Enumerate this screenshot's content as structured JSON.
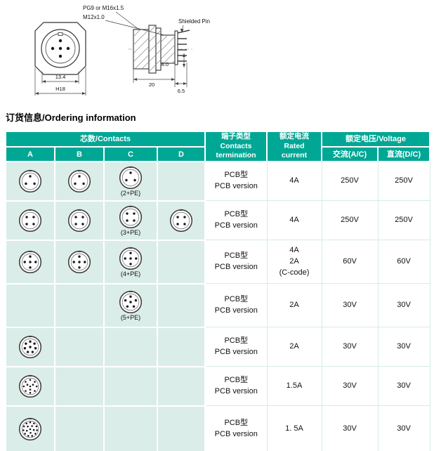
{
  "drawing": {
    "thread_label_1": "PG9 or M16x1.5",
    "thread_label_2": "M12x1.0",
    "shielded_pin_label": "Shielded Pin",
    "dim_front_width": "13.4",
    "dim_front_hex": "H18",
    "dim_body_length": "20",
    "dim_tail_length": "6.5",
    "dim_pin_length": "8.0"
  },
  "section_title": "订货信息/Ordering information",
  "colors": {
    "header_teal": "#00A795",
    "icon_cell_bg": "#DBEDE9",
    "grid_line": "#D6ECE7"
  },
  "table": {
    "header": {
      "contacts_group": "芯数/Contacts",
      "columns": [
        "A",
        "B",
        "C",
        "D"
      ],
      "termination": "端子类型\nContacts\ntermination",
      "rated_current": "额定电流\nRated\ncurrent",
      "voltage_group": "额定电压/Voltage",
      "ac": "交流(A/C)",
      "dc": "直流(D/C)"
    },
    "rows": [
      {
        "pins": {
          "A": 3,
          "B": 3,
          "C": 3,
          "D": 0
        },
        "c_label": "(2+PE)",
        "termination": "PCB型\nPCB version",
        "current": "4A",
        "ac": "250V",
        "dc": "250V"
      },
      {
        "pins": {
          "A": 4,
          "B": 4,
          "C": 4,
          "D": 4
        },
        "c_label": "(3+PE)",
        "termination": "PCB型\nPCB version",
        "current": "4A",
        "ac": "250V",
        "dc": "250V"
      },
      {
        "pins": {
          "A": 5,
          "B": 5,
          "C": 5,
          "D": 0
        },
        "c_label": "(4+PE)",
        "termination": "PCB型\nPCB version",
        "current": "4A\n2A\n(C-code)",
        "ac": "60V",
        "dc": "60V"
      },
      {
        "pins": {
          "A": 0,
          "B": 0,
          "C": 6,
          "D": 0
        },
        "c_label": "(5+PE)",
        "termination": "PCB型\nPCB version",
        "current": "2A",
        "ac": "30V",
        "dc": "30V"
      },
      {
        "pins": {
          "A": 8,
          "B": 0,
          "C": 0,
          "D": 0
        },
        "c_label": "",
        "termination": "PCB型\nPCB version",
        "current": "2A",
        "ac": "30V",
        "dc": "30V"
      },
      {
        "pins": {
          "A": 12,
          "B": 0,
          "C": 0,
          "D": 0
        },
        "c_label": "",
        "termination": "PCB型\nPCB version",
        "current": "1.5A",
        "ac": "30V",
        "dc": "30V"
      },
      {
        "pins": {
          "A": 17,
          "B": 0,
          "C": 0,
          "D": 0
        },
        "c_label": "",
        "termination": "PCB型\nPCB version",
        "current": "1. 5A",
        "ac": "30V",
        "dc": "30V"
      }
    ]
  }
}
